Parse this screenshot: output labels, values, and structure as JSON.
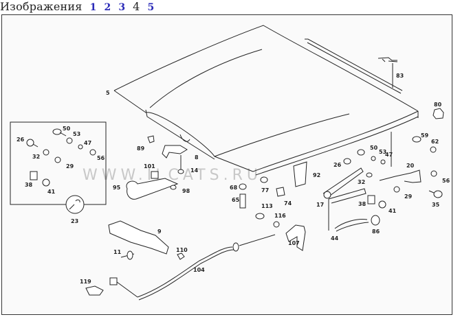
{
  "header": {
    "title": "Изображения",
    "pages": [
      {
        "label": "1",
        "current": false
      },
      {
        "label": "2",
        "current": false
      },
      {
        "label": "3",
        "current": false
      },
      {
        "label": "4",
        "current": true
      },
      {
        "label": "5",
        "current": false
      }
    ],
    "link_color": "#2b2bb8"
  },
  "diagram": {
    "watermark": "WWW.ILCATS.RU",
    "callouts": {
      "hood": "5",
      "strip": "83",
      "clip_right": "80",
      "k26": "26",
      "k50": "50",
      "k53": "53",
      "k47": "47",
      "k56": "56",
      "k32": "32",
      "k29": "29",
      "k38": "38",
      "k41": "41",
      "k23": "23",
      "p89": "89",
      "p8": "8",
      "p14": "14",
      "p101": "101",
      "p95": "95",
      "p98": "98",
      "p68": "68",
      "p65": "65",
      "p77": "77",
      "p74": "74",
      "p92": "92",
      "p113": "113",
      "p116": "116",
      "p107": "107",
      "p17": "17",
      "r26": "26",
      "r50": "50",
      "r53": "53",
      "r47": "47",
      "r32": "32",
      "r20": "20",
      "r59": "59",
      "r62": "62",
      "r56": "56",
      "r29": "29",
      "r35": "35",
      "r38": "38",
      "r41": "41",
      "r86": "86",
      "p44": "44",
      "p9": "9",
      "p11": "11",
      "p110": "110",
      "p104": "104",
      "p119": "119"
    }
  }
}
